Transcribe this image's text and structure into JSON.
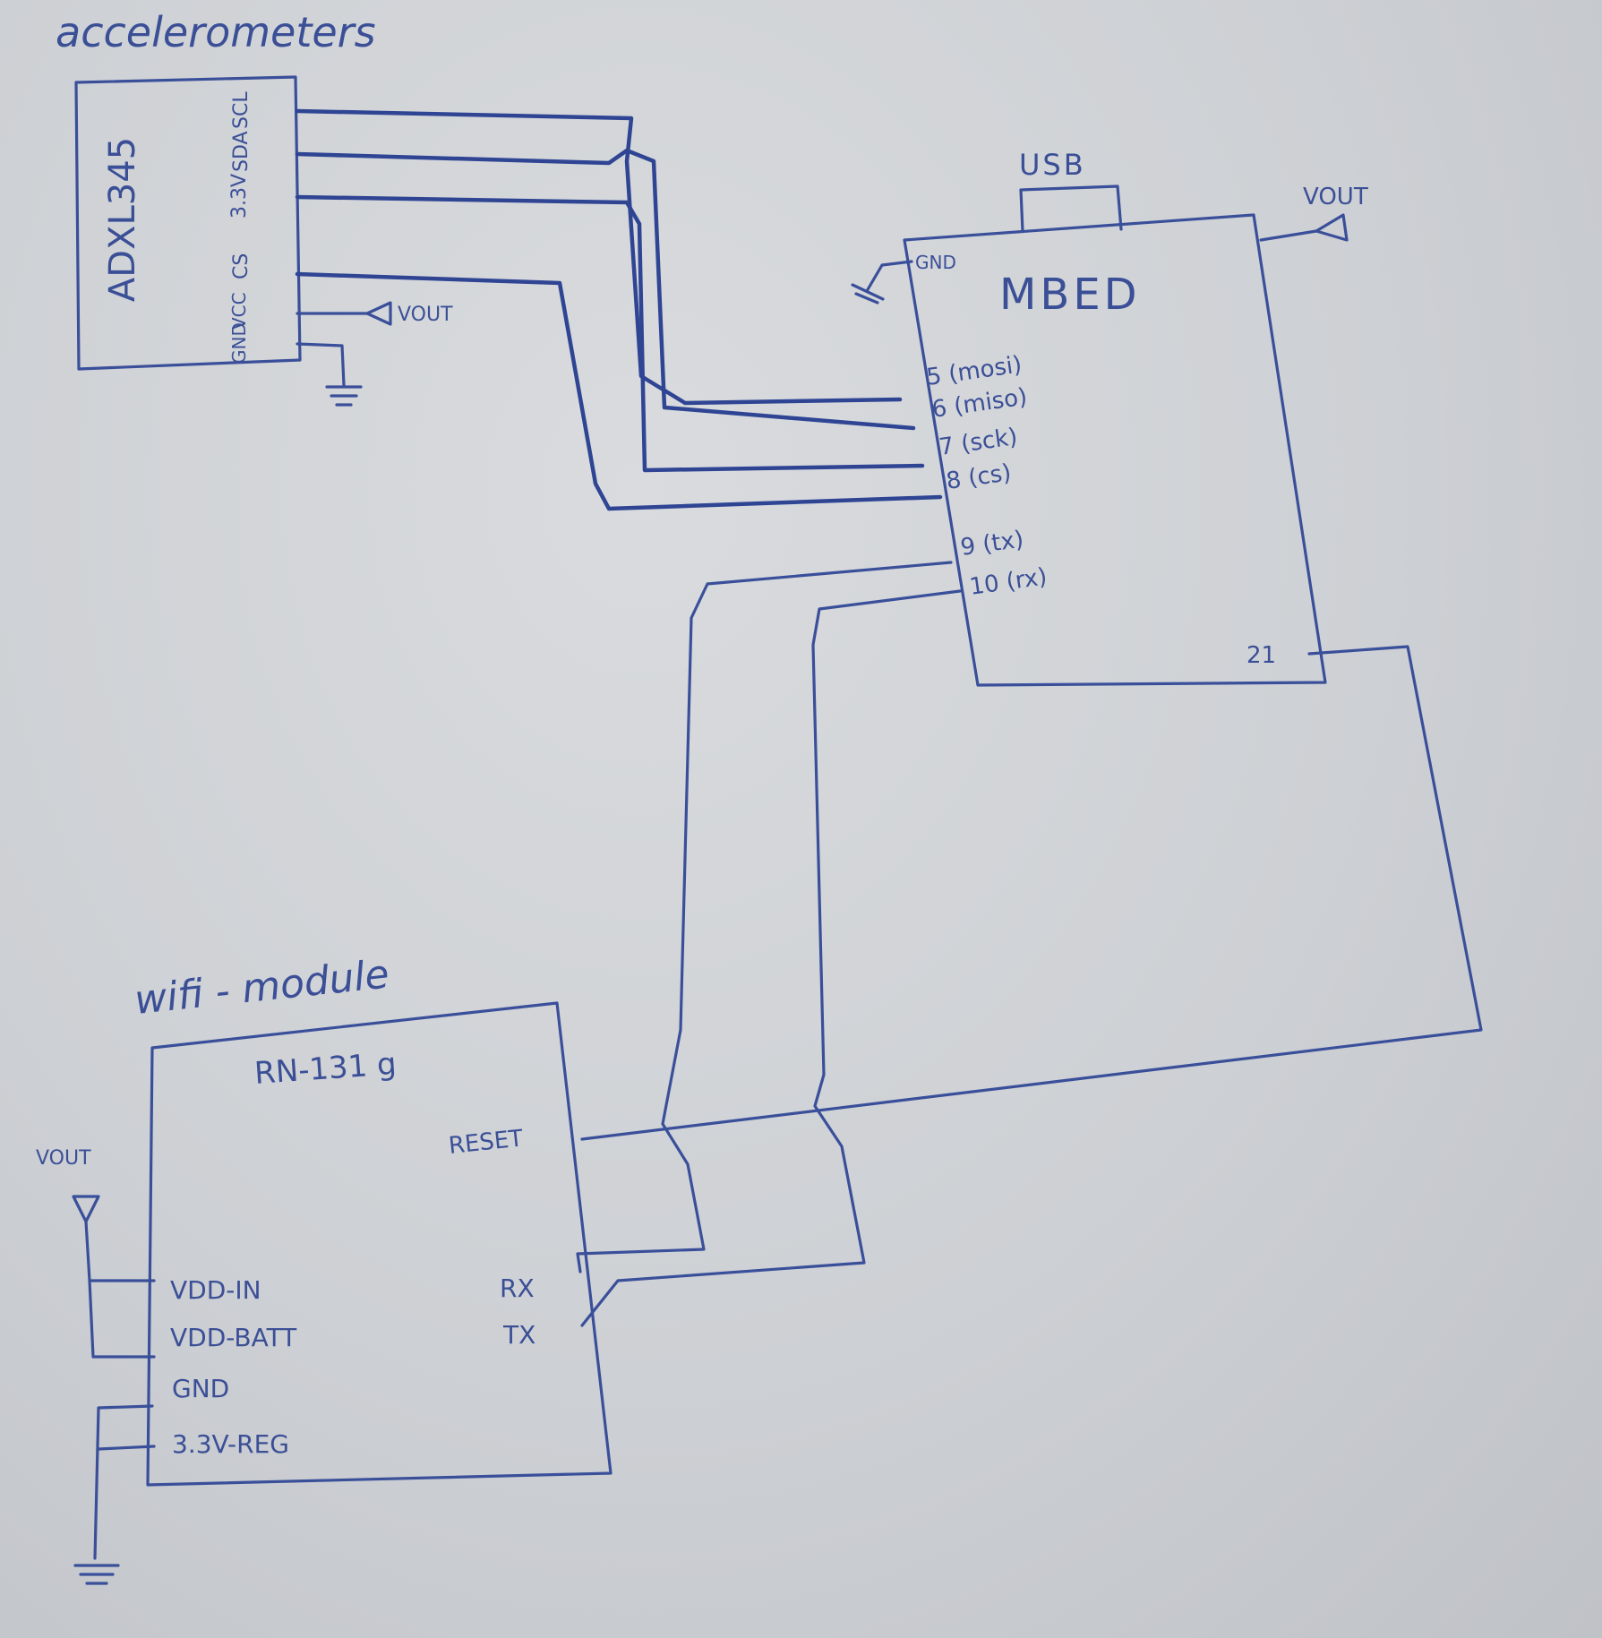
{
  "accel": {
    "group_label": "accelerometers",
    "chip": "ADXL345",
    "pins": [
      "SCL",
      "SDA",
      "3.3V",
      "CS",
      "VCC",
      "GND"
    ],
    "vout_label": "VOUT"
  },
  "mbed": {
    "title": "MBED",
    "usb_label": "USB",
    "gnd_label": "GND",
    "vout_label": "VOUT",
    "pins": [
      "5 (mosi)",
      "6 (miso)",
      "7 (sck)",
      "8 (cs)",
      "9 (tx)",
      "10 (rx)",
      "21"
    ]
  },
  "wifi": {
    "group_label": "wifi - module",
    "chip": "RN-131 g",
    "reset": "RESET",
    "rx": "RX",
    "tx": "TX",
    "left_pins": [
      "VDD-IN",
      "VDD-BATT",
      "GND",
      "3.3V-REG"
    ],
    "vout_label": "VOUT"
  },
  "colors": {
    "ink": "#3a4f9a",
    "paper": "#cdd0d4"
  }
}
